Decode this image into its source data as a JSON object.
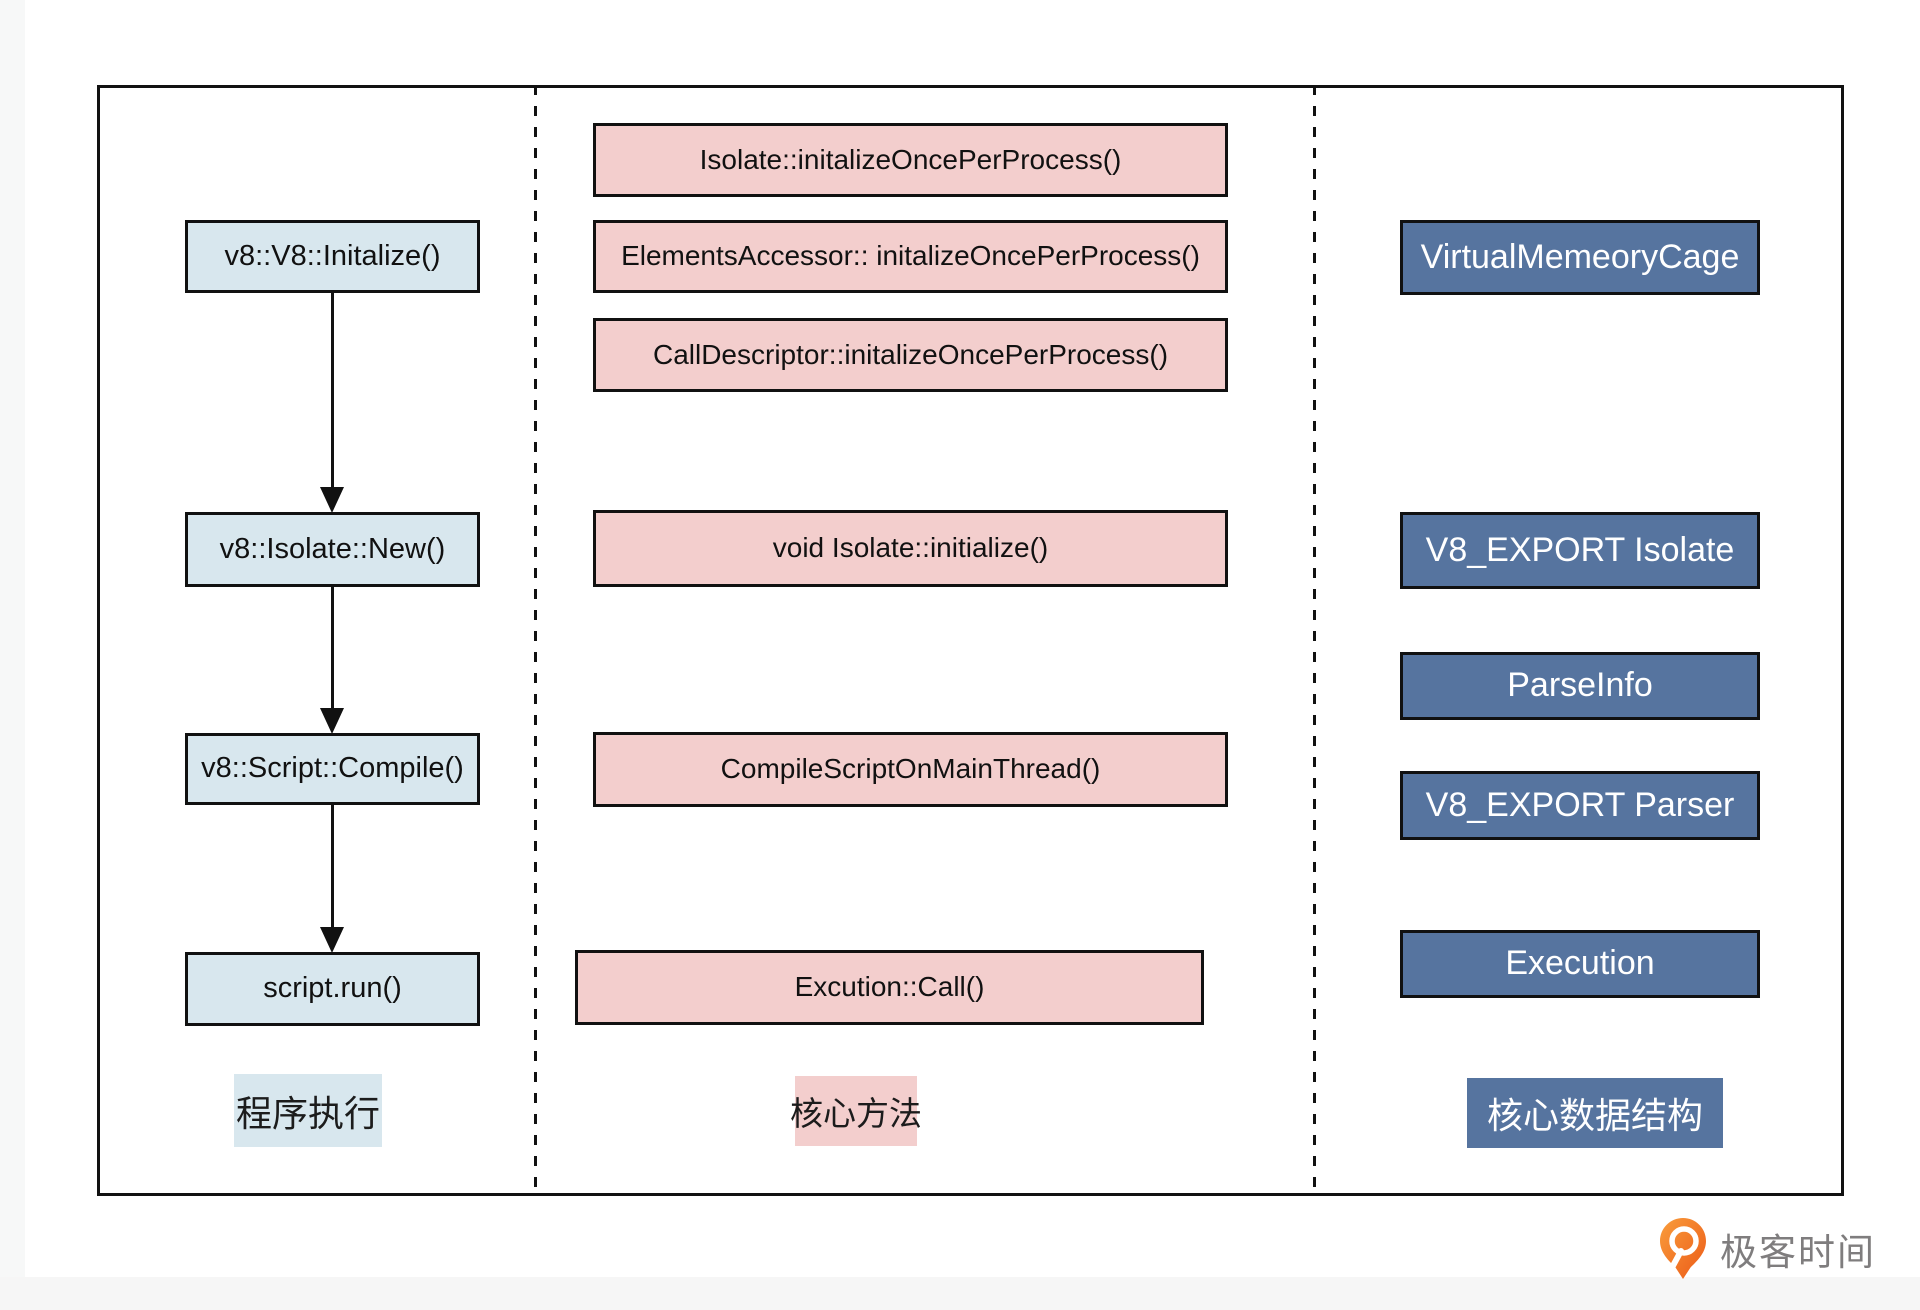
{
  "diagram": {
    "columns": [
      {
        "id": "execution-flow",
        "label": "程序执行",
        "boxes": [
          "v8::V8::Initalize()",
          "v8::Isolate::New()",
          "v8::Script::Compile()",
          "script.run()"
        ]
      },
      {
        "id": "core-methods",
        "label": "核心方法",
        "boxes": [
          "Isolate::initalizeOncePerProcess()",
          "ElementsAccessor:: initalizeOncePerProcess()",
          "CallDescriptor::initalizeOncePerProcess()",
          "void Isolate::initialize()",
          "CompileScriptOnMainThread()",
          "Excution::Call()"
        ]
      },
      {
        "id": "core-data-structures",
        "label": "核心数据结构",
        "boxes": [
          "VirtualMemeoryCage",
          "V8_EXPORT Isolate",
          "ParseInfo",
          "V8_EXPORT Parser",
          "Execution"
        ]
      }
    ],
    "colors": {
      "light_blue": "#d8e7ee",
      "pink": "#f3cecd",
      "navy": "#56749f",
      "border_black": "#111111",
      "brand_orange": "#f1701e",
      "logo_text_gray": "#7f7d7e"
    }
  },
  "brand": {
    "name": "极客时间",
    "icon": "geektime-pin-icon"
  }
}
